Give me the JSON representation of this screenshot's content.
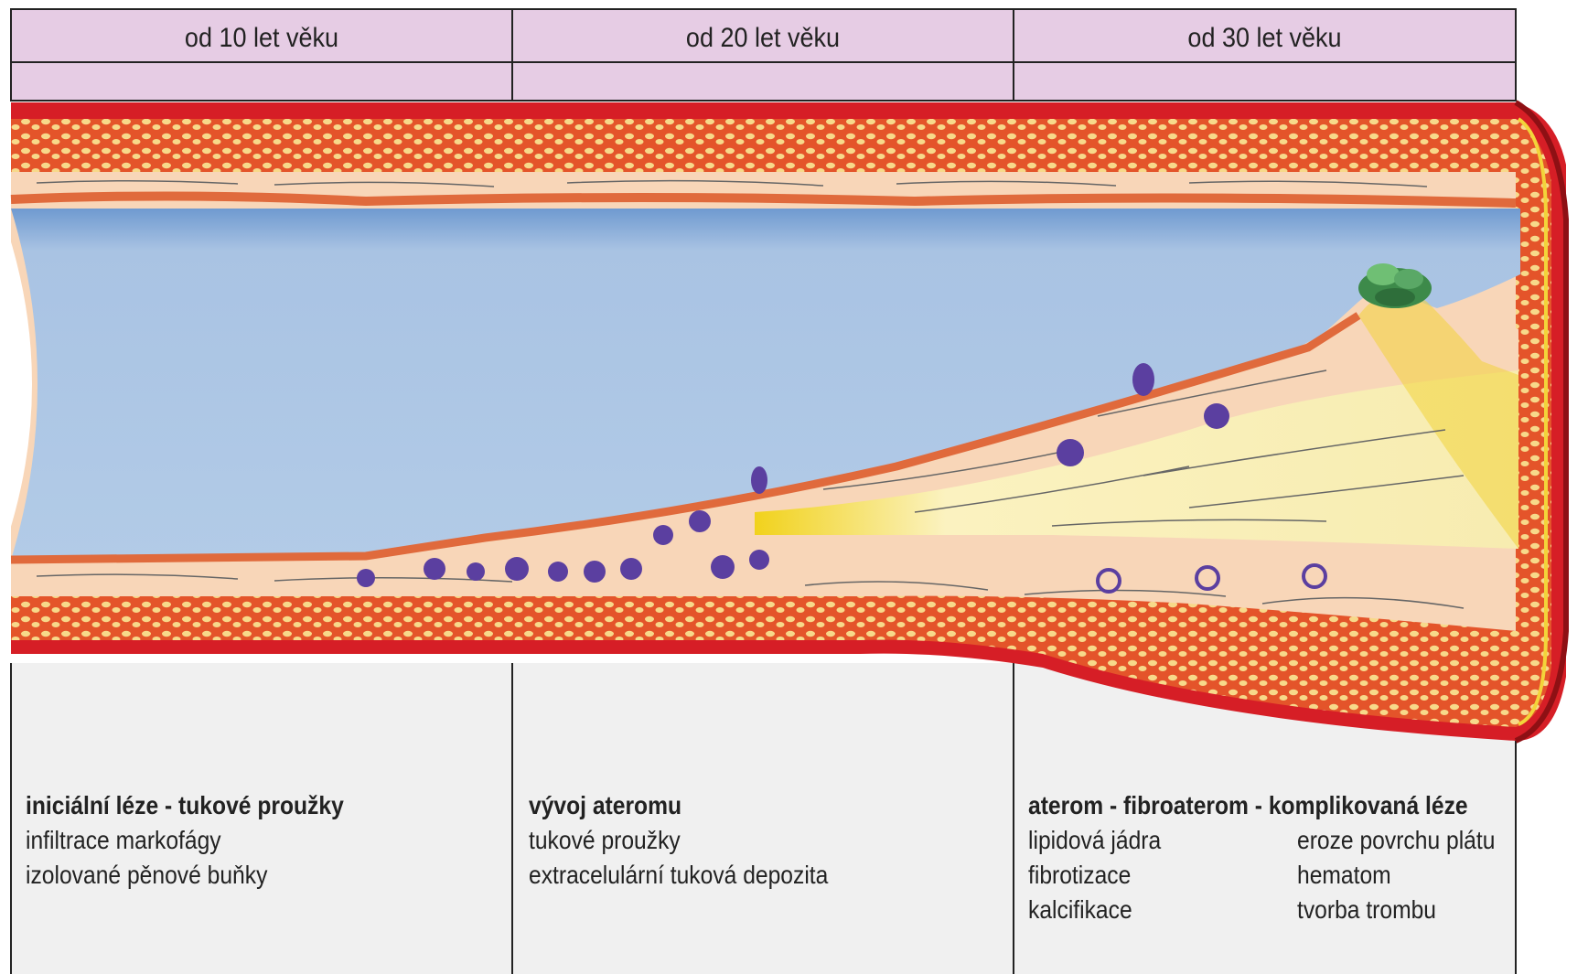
{
  "age_columns": [
    {
      "label": "od 10 let věku"
    },
    {
      "label": "od 20 let věku"
    },
    {
      "label": "od 30 let věku"
    }
  ],
  "stages": [
    {
      "title": "iniciální léze - tukové proužky",
      "lines": [
        "infiltrace markofágy",
        "izolované pěnové buňky"
      ]
    },
    {
      "title": "vývoj ateromu",
      "lines": [
        "tukové proužky",
        "extracelulární tuková depozita"
      ]
    },
    {
      "title": "aterom - fibroaterom - komplikovaná léze",
      "lines_left": [
        "lipidová jádra",
        "fibrotizace",
        "kalcifikace"
      ],
      "lines_right": [
        "eroze povrchu plátu",
        "hematom",
        "tvorba trombu"
      ]
    }
  ],
  "colors": {
    "header_fill": "#e6cce4",
    "outer_wall": "#d61e26",
    "media": "#e4542a",
    "media_dots": "#f7d98a",
    "intima": "#f8d6b8",
    "lumen": "#a9c3e3",
    "endothelium": "#e06a3c",
    "lipid_core": "#f3e27a",
    "foam_cell": "#5b3fa0",
    "thrombus": "#3d8a4a",
    "caption_fill": "#f0f0f0"
  }
}
